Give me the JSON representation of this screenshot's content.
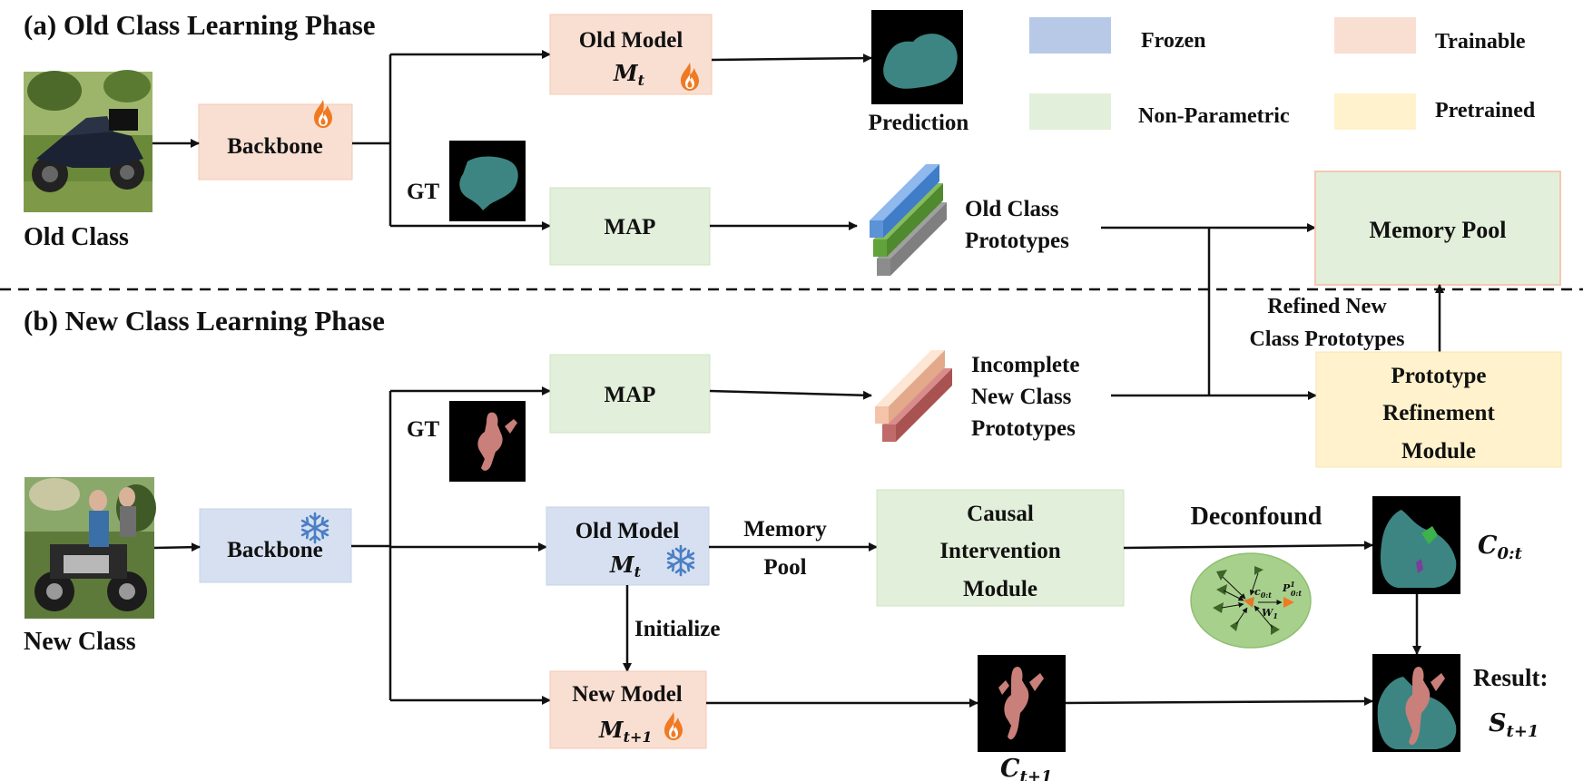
{
  "sections": {
    "old_title": "(a) Old Class Learning Phase",
    "new_title": "(b) New Class Learning Phase"
  },
  "images": {
    "old_caption": "Old Class",
    "new_caption": "New Class"
  },
  "legend": {
    "frozen": "Frozen",
    "trainable": "Trainable",
    "non_parametric": "Non-Parametric",
    "pretrained": "Pretrained"
  },
  "colors": {
    "frozen": "#d6e0f1",
    "frozen_legend": "#b7c9e6",
    "trainable": "#f9dfd2",
    "non_parametric": "#e2efda",
    "pretrained": "#fff2cc",
    "mask_old": "#3d8582",
    "mask_new": "#c97f7a",
    "ellipse": "#a8d08d"
  },
  "old_phase": {
    "backbone": "Backbone",
    "old_model": "Old Model",
    "old_model_symbol": "M",
    "old_model_sub": "t",
    "gt": "GT",
    "map": "MAP",
    "prediction": "Prediction",
    "prototypes_line1": "Old Class",
    "prototypes_line2": "Prototypes",
    "memory_pool": "Memory Pool"
  },
  "new_phase": {
    "backbone": "Backbone",
    "gt": "GT",
    "map": "MAP",
    "incomplete_line1": "Incomplete",
    "incomplete_line2": "New Class",
    "incomplete_line3": "Prototypes",
    "refined_line1": "Refined New",
    "refined_line2": "Class Prototypes",
    "prm_line1": "Prototype",
    "prm_line2": "Refinement",
    "prm_line3": "Module",
    "old_model": "Old Model",
    "old_model_symbol": "M",
    "old_model_sub": "t",
    "memory_line1": "Memory",
    "memory_line2": "Pool",
    "cim_line1": "Causal",
    "cim_line2": "Intervention",
    "cim_line3": "Module",
    "deconfound": "Deconfound",
    "c0t_symbol": "C",
    "c0t_sub": "0:t",
    "initialize": "Initialize",
    "new_model": "New Model",
    "new_model_symbol": "M",
    "new_model_sub": "t+1",
    "ct1_symbol": "C",
    "ct1_sub": "t+1",
    "result_label": "Result:",
    "result_symbol": "S",
    "result_sub": "t+1",
    "ellipse_c_label": "c",
    "ellipse_c_sub": "0:t",
    "ellipse_p_label": "P",
    "ellipse_p_sup": "1",
    "ellipse_p_sub": "0:t",
    "ellipse_w_label": "W",
    "ellipse_w_sub": "1"
  }
}
